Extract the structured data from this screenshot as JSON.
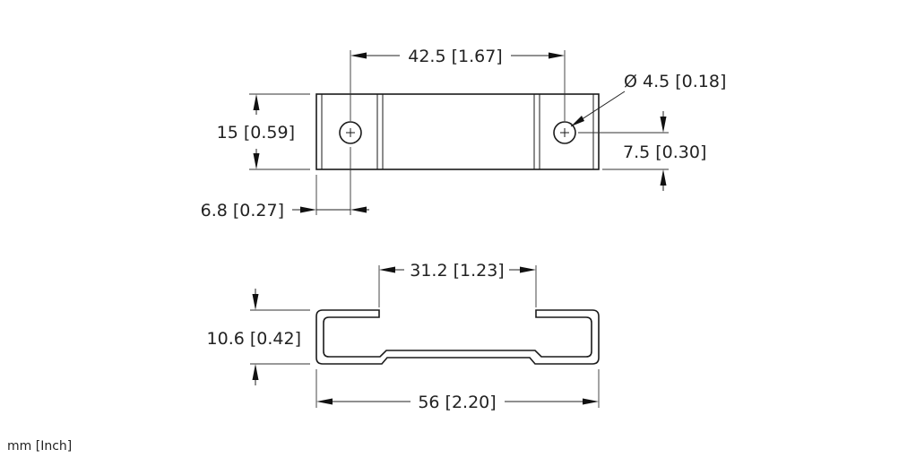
{
  "drawing": {
    "top_view": {
      "hole_spacing": "42.5 [1.67]",
      "hole_diameter": "Ø 4.5 [0.18]",
      "height": "15 [0.59]",
      "hole_center_height": "7.5 [0.30]",
      "edge_to_hole": "6.8 [0.27]"
    },
    "side_view": {
      "opening_width": "31.2 [1.23]",
      "height": "10.6 [0.42]",
      "overall_length": "56 [2.20]"
    },
    "units_note": "mm [Inch]"
  }
}
